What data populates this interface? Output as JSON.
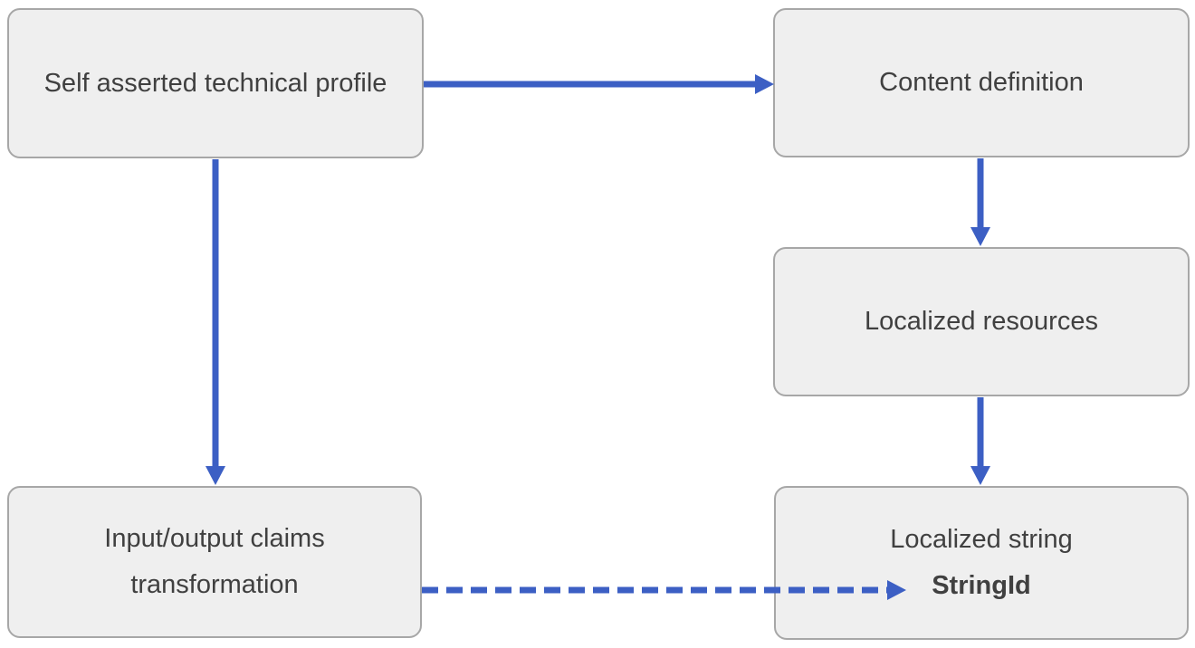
{
  "diagram": {
    "nodes": [
      {
        "id": "self-asserted-technical-profile",
        "label": "Self asserted technical profile"
      },
      {
        "id": "content-definition",
        "label": "Content definition"
      },
      {
        "id": "localized-resources",
        "label": "Localized resources"
      },
      {
        "id": "input-output-claims-transformation",
        "label": "Input/output claims transformation"
      },
      {
        "id": "localized-string",
        "label": "Localized string",
        "sublabel": "StringId"
      }
    ],
    "edges": [
      {
        "from": "self-asserted-technical-profile",
        "to": "content-definition",
        "style": "solid"
      },
      {
        "from": "self-asserted-technical-profile",
        "to": "input-output-claims-transformation",
        "style": "solid"
      },
      {
        "from": "content-definition",
        "to": "localized-resources",
        "style": "solid"
      },
      {
        "from": "localized-resources",
        "to": "localized-string",
        "style": "solid"
      },
      {
        "from": "input-output-claims-transformation",
        "to": "localized-string",
        "style": "dashed"
      }
    ],
    "colors": {
      "arrow": "#3c5fc4",
      "box_fill": "#efefef",
      "box_border": "#a7a7a7",
      "text": "#404040"
    }
  }
}
